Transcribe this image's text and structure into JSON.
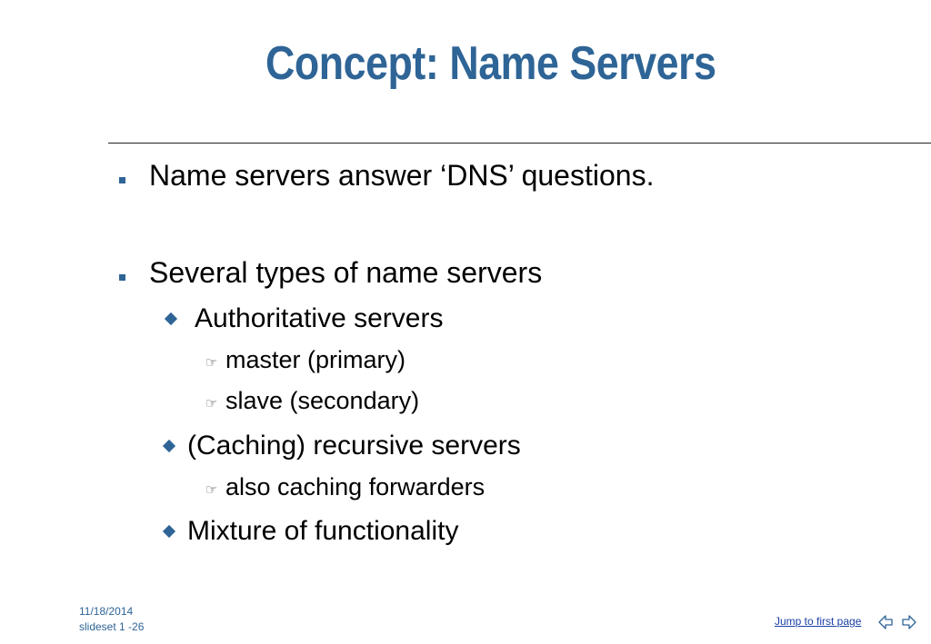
{
  "slide": {
    "title": "Concept: Name Servers",
    "bullets": [
      "Name servers answer ‘DNS’ questions.",
      "Several types of name servers"
    ],
    "sub_items": {
      "authoritative": "Authoritative servers",
      "master": "master (primary)",
      "slave": "slave (secondary)",
      "caching": "(Caching) recursive servers",
      "forwarders": "also caching forwarders",
      "mixture": "Mixture of functionality"
    }
  },
  "footer": {
    "date": "11/18/2014",
    "slide_number": "slideset 1 -26",
    "jump_link": "Jump to first page"
  },
  "icons": {
    "level1_bullet": "square-bullet-icon",
    "level2_bullet": "diamond-bullet-icon",
    "level3_bullet": "pointing-hand-icon",
    "prev": "arrow-left-icon",
    "next": "arrow-right-icon"
  },
  "colors": {
    "accent": "#2e6496",
    "link": "#1a3fa6"
  }
}
